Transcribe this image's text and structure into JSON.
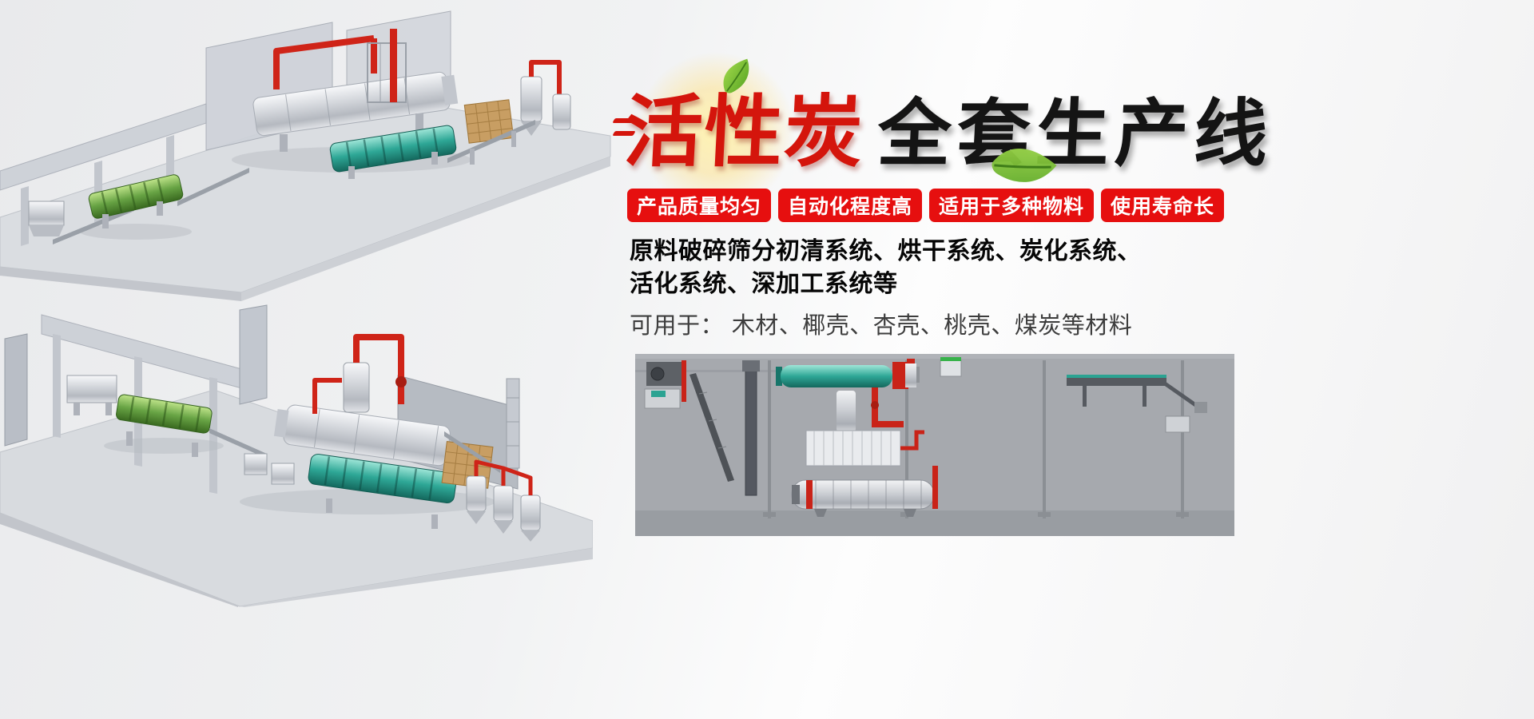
{
  "title": {
    "highlight": "活性炭",
    "rest": "全套生产线"
  },
  "badges": [
    {
      "label": "产品质量均匀"
    },
    {
      "label": "自动化程度高"
    },
    {
      "label": "适用于多种物料"
    },
    {
      "label": "使用寿命长"
    }
  ],
  "description": {
    "systems_line1": "原料破碎筛分初清系统、烘干系统、炭化系统、",
    "systems_line2": "活化系统、深加工系统等",
    "materials": "可用于： 木材、椰壳、杏壳、桃壳、煤炭等材料"
  },
  "icons": {
    "leaf": "leaf",
    "glow": "sun-glow"
  },
  "colors": {
    "title_red": "#d4150c",
    "title_black": "#141414",
    "badge_red": "#e60f0f",
    "badge_text": "#ffffff",
    "leaf_green": "#6fbf2e",
    "pipe_red": "#cf2418",
    "machine_teal": "#2ea796"
  }
}
